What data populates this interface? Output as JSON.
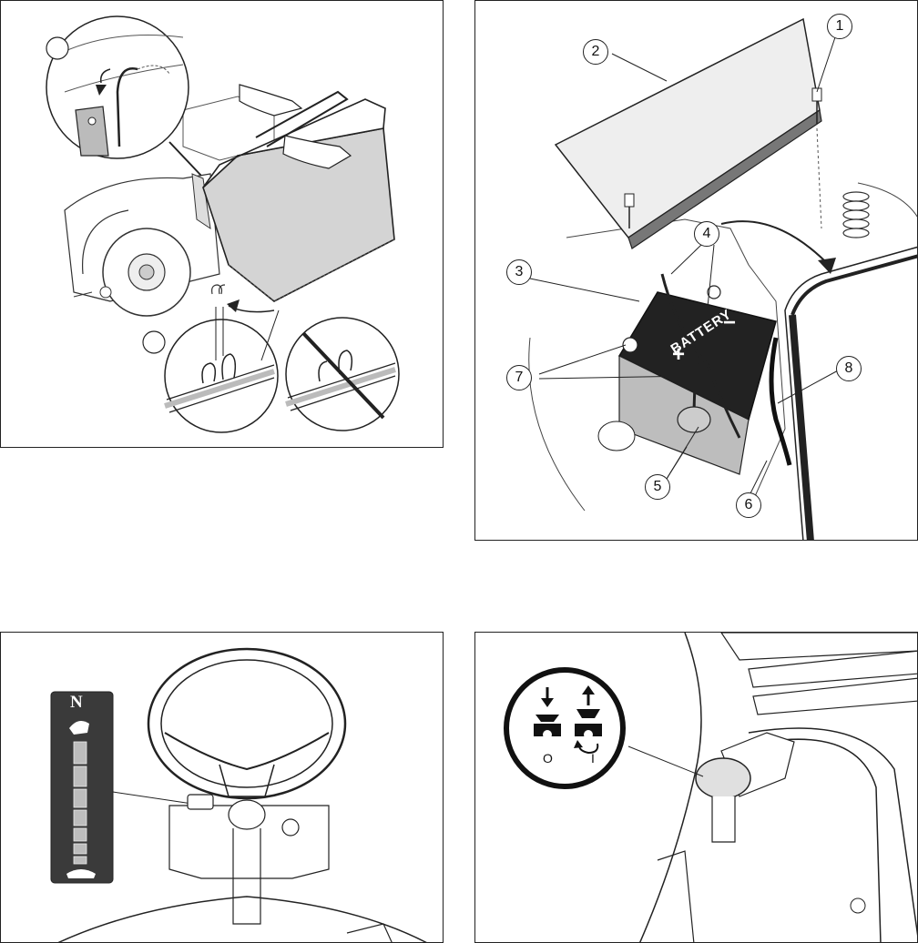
{
  "panels": {
    "collector": {
      "callouts": []
    },
    "battery": {
      "callouts": [
        "1",
        "2",
        "3",
        "4",
        "5",
        "6",
        "7",
        "8"
      ],
      "battery_label": "BATTERY",
      "plus_sign": "+",
      "minus_sign": "−"
    },
    "throttle": {
      "scale_top_label": "N"
    },
    "choke": {
      "off_label": "O",
      "on_label": "I"
    }
  }
}
